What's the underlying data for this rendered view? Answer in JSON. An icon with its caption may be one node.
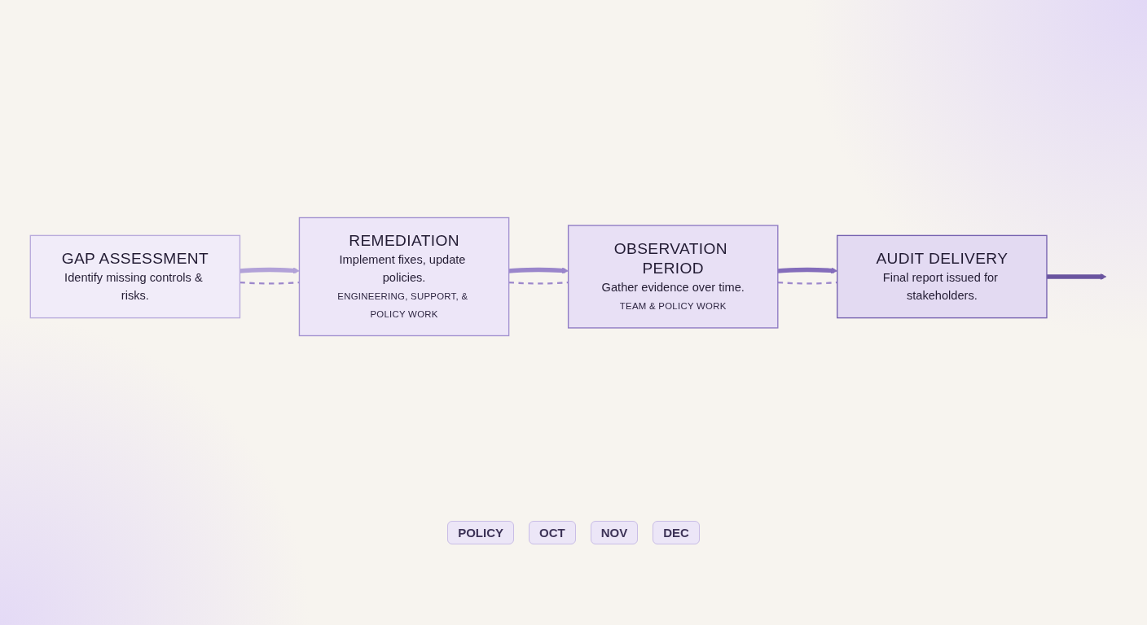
{
  "diagram": {
    "nodes": [
      {
        "text": [
          "GAP ASSESSMENT",
          "Identify missing controls & risks."
        ]
      },
      {
        "text": [
          "REMEDIATION",
          "Implement fixes, update policies.",
          "ENGINEERING, SUPPORT, & POLICY WORK"
        ]
      },
      {
        "text": [
          "OBSERVATION PERIOD",
          "Gather evidence over time.",
          "TEAM & POLICY WORK"
        ]
      },
      {
        "text": [
          "AUDIT DELIVERY",
          "Final report issued for stakeholders."
        ]
      }
    ],
    "edges": [
      {
        "from": 0,
        "to": 1,
        "arrow": "to",
        "color": "#b2a2d8"
      },
      {
        "from": 1,
        "to": 2,
        "arrow": "to",
        "color": "#9a86cb"
      },
      {
        "from": 2,
        "to": 3,
        "arrow": "to",
        "color": "#846dbb"
      },
      {
        "from": 3,
        "to": null,
        "arrow": "to",
        "color": "#6a549f"
      },
      {
        "from": 0,
        "to": 1,
        "arrow": "none",
        "style": "dashed",
        "color": "#9d88cc"
      },
      {
        "from": 1,
        "to": 2,
        "arrow": "none",
        "style": "dashed",
        "color": "#9d88cc"
      },
      {
        "from": 2,
        "to": 3,
        "arrow": "none",
        "style": "dashed",
        "color": "#9d88cc"
      }
    ],
    "labels": [
      "POLICY",
      "OCT",
      "NOV",
      "DEC"
    ]
  }
}
